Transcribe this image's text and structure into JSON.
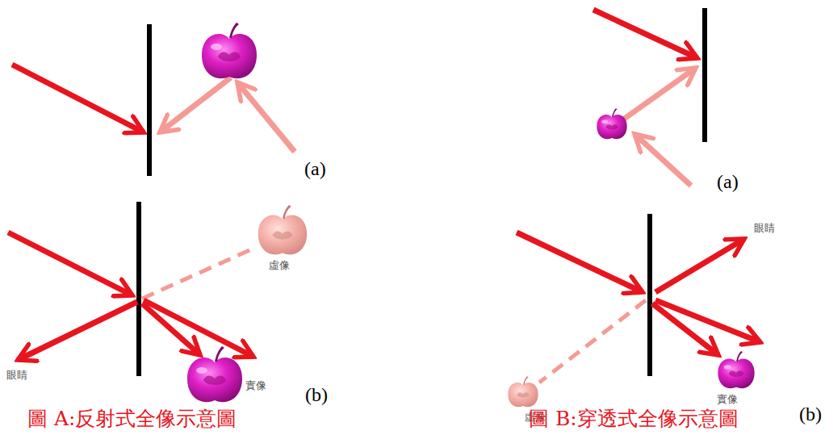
{
  "diagram": {
    "labels": [
      "(a)",
      "(a)",
      "虛像",
      "眼睛",
      "眼睛",
      "實像",
      "(b)",
      "虛像",
      "實像",
      "(b)",
      "圖 A:反射式全像示意圖",
      "圖 B:穿透式全像示意圖"
    ]
  }
}
